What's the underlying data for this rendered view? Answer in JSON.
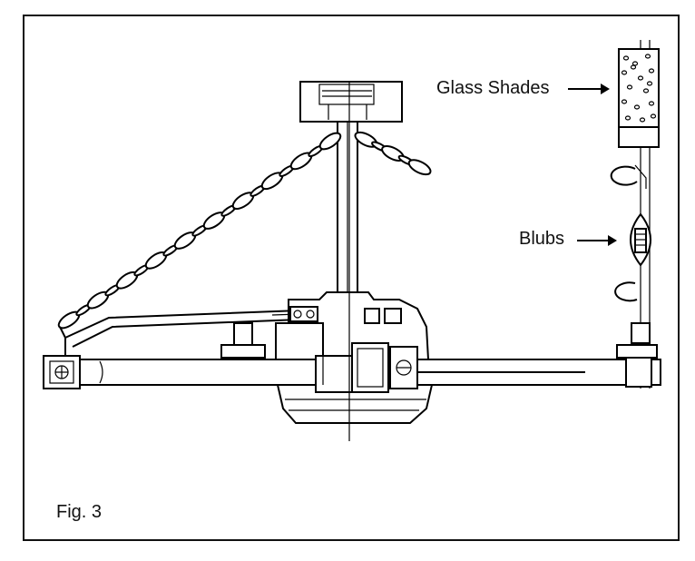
{
  "figure": {
    "caption": "Fig. 3",
    "labels": {
      "glass_shades": "Glass Shades",
      "bulbs": "Blubs"
    }
  }
}
